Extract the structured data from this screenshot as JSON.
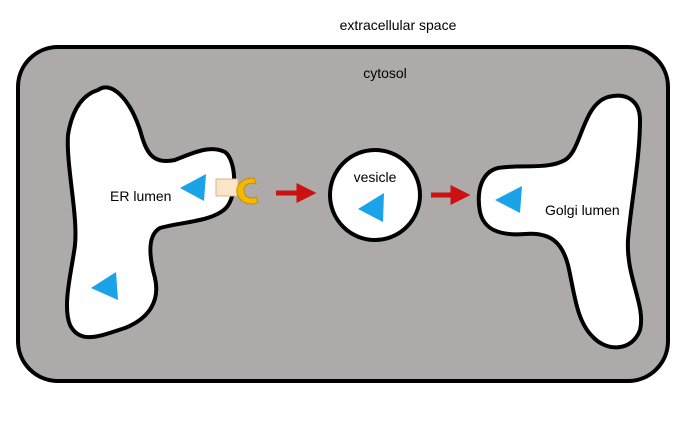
{
  "labels": {
    "extracellular": "extracellular space",
    "cytosol": "cytosol",
    "er": "ER lumen",
    "vesicle": "vesicle",
    "golgi": "Golgi lumen"
  },
  "colors": {
    "cell_fill": "#aeaaaa",
    "lumen_fill": "#ffffff",
    "outline": "#000000",
    "cargo": "#1aa3e8",
    "receptor_stem": "#fbe5c8",
    "receptor_cup": "#f5b800",
    "arrow": "#cc1111"
  }
}
